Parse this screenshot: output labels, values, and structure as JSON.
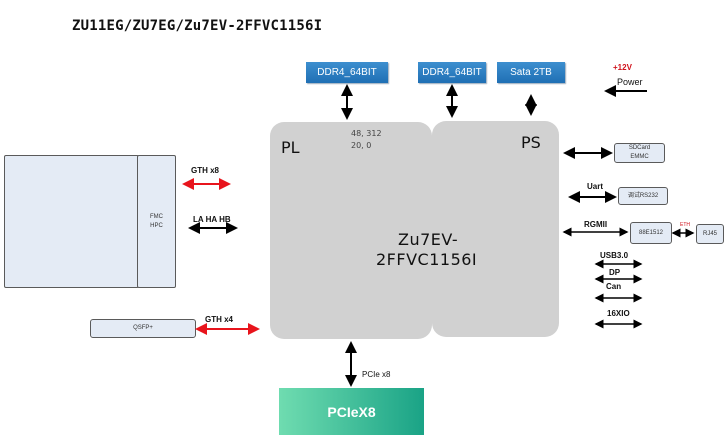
{
  "title": "ZU11EG/ZU7EG/Zu7EV-2FFVC1156I",
  "memory": {
    "pl_ddr": "DDR4_64BIT",
    "ps_ddr": "DDR4_64BIT",
    "sata": "Sata 2TB"
  },
  "power": {
    "voltage": "+12V",
    "label": "Power",
    "voltage_color": "#d0121b"
  },
  "soc": {
    "pl_label": "PL",
    "ps_label": "PS",
    "pl_note_line1": "48, 312",
    "pl_note_line2": "20, 0",
    "chip_line1": "Zu7EV-",
    "chip_line2": "2FFVC1156I"
  },
  "left": {
    "fmc_line1": "FMC",
    "fmc_line2": "HPC",
    "gth8_label": "GTH x8",
    "la_label": "LA  HA  HB",
    "qsfp_label": "QSFP+",
    "gth4_label": "GTH x4"
  },
  "right": {
    "sdcard_line1": "SDCard",
    "sdcard_line2": "EMMC",
    "uart_label": "Uart",
    "rs232_label": "调试RS232",
    "rgmii_label": "RGMII",
    "phy_label": "88E1512",
    "eth_label": "ETH",
    "rj45_label": "RJ45",
    "usb_label": "USB3.0",
    "dp_label": "DP",
    "can_label": "Can",
    "xio_label": "16XIO"
  },
  "bottom": {
    "pcie_link_label": "PCIe x8",
    "pcie_box_label": "PCIeX8"
  },
  "colors": {
    "gth_arrow": "#e8141c",
    "core_fill": "#d1d1d1",
    "ddr_blue": "#2a7cc0",
    "pcie_green_start": "#6fdcb0",
    "pcie_green_end": "#1aa386"
  }
}
